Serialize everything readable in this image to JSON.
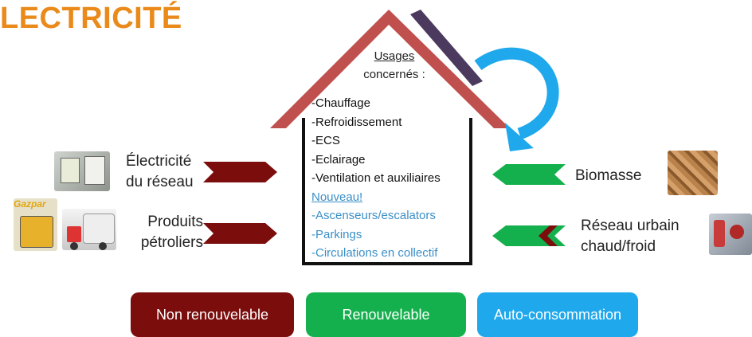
{
  "title": "LECTRICITÉ",
  "colors": {
    "non_renewable": "#7b0d0d",
    "renewable": "#14b04d",
    "self_consumption": "#1fa8ec",
    "roof": "#c0504d",
    "chimney": "#4b3a5e",
    "title": "#e98a1b"
  },
  "house": {
    "title_line1": "Usages",
    "title_line2": "concernés :",
    "items": [
      "-Chauffage",
      "-Refroidissement",
      "-ECS",
      "-Eclairage",
      "-Ventilation et auxiliaires"
    ],
    "new_label": "Nouveau!",
    "new_items": [
      "-Ascenseurs/escalators",
      "-Parkings",
      "-Circulations en collectif"
    ]
  },
  "sources_left": [
    {
      "line1": "Électricité",
      "line2": "du réseau",
      "type": "non_renewable",
      "icon": "electric-meter-photo"
    },
    {
      "line1": "Produits",
      "line2": "pétroliers",
      "type": "non_renewable",
      "icon": "fuel-truck-photo",
      "brand": "Gazpar"
    }
  ],
  "sources_right": [
    {
      "line1": "Biomasse",
      "line2": "",
      "type": "renewable",
      "icon": "firewood-photo"
    },
    {
      "line1": "Réseau urbain",
      "line2": "chaud/froid",
      "type": "renewable",
      "icon": "pump-photo"
    }
  ],
  "legend": [
    {
      "label": "Non renouvelable",
      "color": "#7b0d0d"
    },
    {
      "label": "Renouvelable",
      "color": "#14b04d"
    },
    {
      "label": "Auto-consommation",
      "color": "#1fa8ec"
    }
  ]
}
